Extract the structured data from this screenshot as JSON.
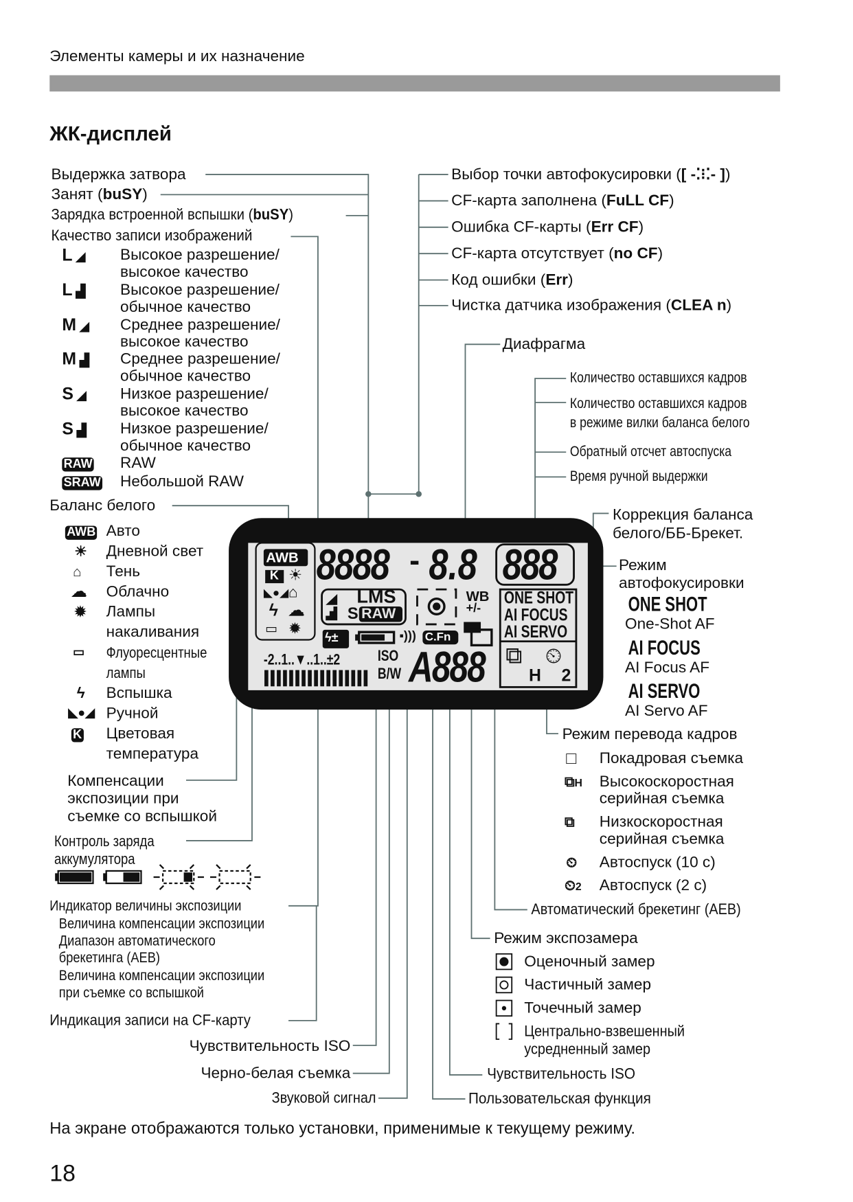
{
  "header": {
    "section_title": "Элементы камеры и их назначение",
    "page_title": "ЖК-дисплей"
  },
  "left_top": {
    "shutter": "Выдержка затвора",
    "busy": "Занят (",
    "busy_code": "buSY",
    "flash_charge": "Зарядка встроенной вспышки (",
    "flash_charge_code": "buSY",
    "close": ")"
  },
  "quality": {
    "title": "Качество записи изображений",
    "items": [
      {
        "icon": "L",
        "l1": "Высокое разрешение/",
        "l2": "высокое качество"
      },
      {
        "icon": "L",
        "l1": "Высокое разрешение/",
        "l2": "обычное качество"
      },
      {
        "icon": "M",
        "l1": "Среднее разрешение/",
        "l2": "высокое качество"
      },
      {
        "icon": "M",
        "l1": "Среднее разрешение/",
        "l2": "обычное качество"
      },
      {
        "icon": "S",
        "l1": "Низкое разрешение/",
        "l2": "высокое качество"
      },
      {
        "icon": "S",
        "l1": "Низкое разрешение/",
        "l2": "обычное качество"
      },
      {
        "icon": "RAW",
        "l1": "RAW"
      },
      {
        "icon": "SRAW",
        "l1": "Небольшой RAW"
      }
    ]
  },
  "wb": {
    "title": "Баланс белого",
    "awb_icon": "AWB",
    "k_icon": "K",
    "items": [
      "Авто",
      "Дневной свет",
      "Тень",
      "Облачно",
      "Лампы",
      "накаливания",
      "Флуоресцентные",
      "лампы",
      "Вспышка",
      "Ручной",
      "Цветовая",
      "температура"
    ]
  },
  "flash_comp": [
    "Компенсации",
    "экспозиции при",
    "съемке со вспышкой"
  ],
  "battery": [
    "Контроль заряда",
    "аккумулятора"
  ],
  "exposure": {
    "title": "Индикатор величины экспозиции",
    "items": [
      "Величина компенсации экспозиции",
      "Диапазон автоматического",
      "брекетинга (AEB)",
      "Величина компенсации экспозиции",
      "при съемке со вспышкой"
    ]
  },
  "cf_write": "Индикация записи на CF-карту",
  "iso_left": "Чувствительность ISO",
  "bw": "Черно-белая съемка",
  "beep": "Звуковой сигнал",
  "right_top": [
    {
      "text": "Выбор точки автофокусировки (",
      "code": "[ -⁚⁝⁚- ]",
      "end": ")"
    },
    {
      "text": "CF-карта заполнена (",
      "code": "FuLL CF",
      "end": ")"
    },
    {
      "text": "Ошибка CF-карты (",
      "code": "Err CF",
      "end": ")"
    },
    {
      "text": "CF-карта отсутствует (",
      "code": "no CF",
      "end": ")"
    },
    {
      "text": "Код ошибки (",
      "code": "Err",
      "end": ")"
    },
    {
      "text": "Чистка датчика изображения (",
      "code": "CLEA n",
      "end": ")"
    }
  ],
  "aperture": "Диафрагма",
  "shots": [
    "Количество оставшихся кадров",
    "Количество оставшихся кадров",
    "в режиме вилки баланса белого",
    "Обратный отсчет автоспуска",
    "Время ручной выдержки"
  ],
  "wb_corr": [
    "Коррекция баланса",
    "белого/ББ-Брекет."
  ],
  "af": {
    "title": [
      "Режим",
      "автофокусировки"
    ],
    "modes": [
      {
        "code": "ONE SHOT",
        "name": "One-Shot AF"
      },
      {
        "code": "AI FOCUS",
        "name": "AI Focus AF"
      },
      {
        "code": "AI SERVO",
        "name": "AI Servo AF"
      }
    ]
  },
  "drive": {
    "title": "Режим перевода кадров",
    "items": [
      "Покадровая съемка",
      "Высокоскоростная",
      "серийная съемка",
      "Низкоскоростная",
      "серийная съемка",
      "Автоспуск (10 с)",
      "Автоспуск (2 с)"
    ],
    "h_label": "H",
    "two_label": "2"
  },
  "aeb": "Автоматический брекетинг (AEB)",
  "metering": {
    "title": "Режим экспозамера",
    "items": [
      "Оценочный замер",
      "Частичный замер",
      "Точечный замер",
      "Центрально-взвешенный",
      "усредненный замер"
    ]
  },
  "iso_right": "Чувствительность ISO",
  "custom": "Пользовательская функция",
  "lcd": {
    "main": "8888",
    "sep": "-",
    "aperture": "8.8",
    "shots": "888",
    "lms": "LMS",
    "s": "S",
    "raw": "RAW",
    "wb": "WB",
    "wbpm": "+/-",
    "one": "ONE SHOT",
    "aif": "AI FOCUS",
    "ais": "AI SERVO",
    "cfn": "C.Fn",
    "iso": "ISO",
    "bw": "B/W",
    "iso_val": "A888",
    "scale": "-2..1..▼..1..±2",
    "h": "H",
    "two": "2"
  },
  "note": "На экране отображаются только установки, применимые к текущему режиму.",
  "page_number": "18",
  "colors": {
    "bar": "#9a9a9a",
    "leader": "#5d7070",
    "lcd": "#111111"
  }
}
